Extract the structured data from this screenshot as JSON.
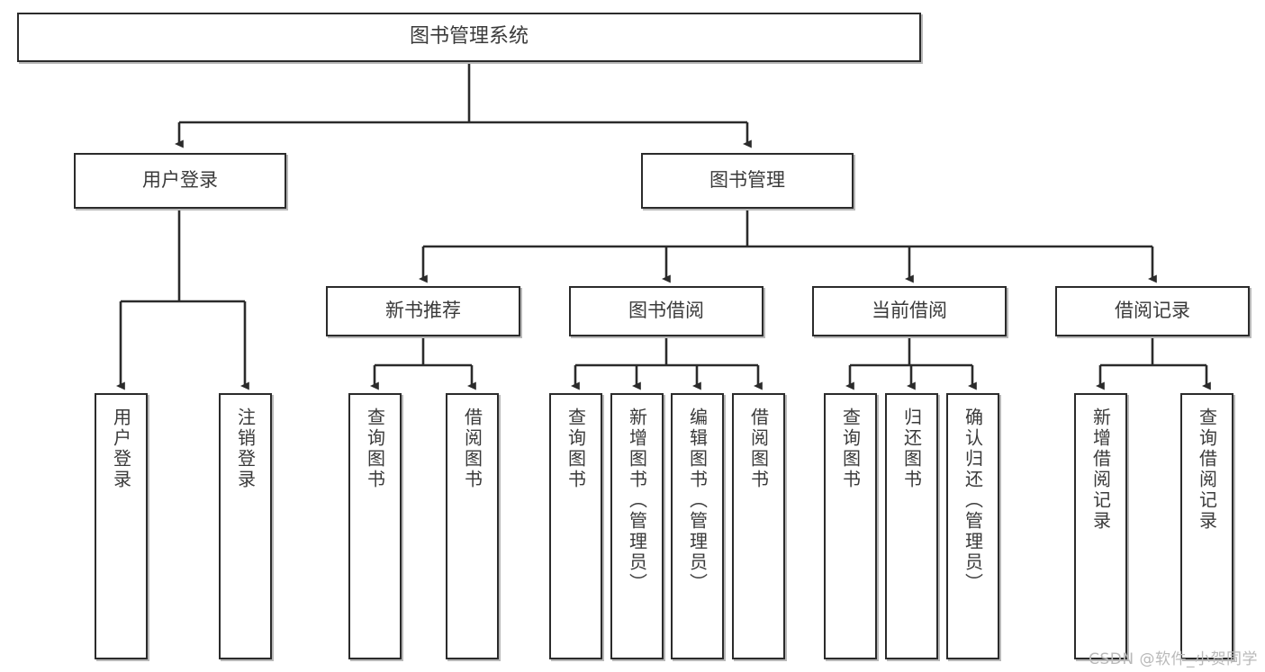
{
  "diagram": {
    "title": "图书管理系统",
    "type": "tree-hierarchy",
    "orientation": "top-down",
    "line_color": "#2b2b2b",
    "text_color": "#3a3a3a",
    "box_fill": "#ffffff",
    "nodes": {
      "root": {
        "label": "图书管理系统"
      },
      "level2": [
        {
          "label": "用户登录"
        },
        {
          "label": "图书管理"
        }
      ],
      "level3": [
        {
          "label": "新书推荐"
        },
        {
          "label": "图书借阅"
        },
        {
          "label": "当前借阅"
        },
        {
          "label": "借阅记录"
        }
      ],
      "leaves": {
        "user_login": [
          {
            "label": "用户登录"
          },
          {
            "label": "注销登录"
          }
        ],
        "new_book": [
          {
            "label": "查询图书"
          },
          {
            "label": "借阅图书"
          }
        ],
        "book_borrow": [
          {
            "label": "查询图书"
          },
          {
            "label": "新增图书（管理员）"
          },
          {
            "label": "编辑图书（管理员）"
          },
          {
            "label": "借阅图书"
          }
        ],
        "current_borrow": [
          {
            "label": "查询图书"
          },
          {
            "label": "归还图书"
          },
          {
            "label": "确认归还（管理员）"
          }
        ],
        "borrow_record": [
          {
            "label": "新增借阅记录"
          },
          {
            "label": "查询借阅记录"
          }
        ]
      }
    }
  },
  "watermark": {
    "text": "CSDN @软件_小贺同学"
  }
}
